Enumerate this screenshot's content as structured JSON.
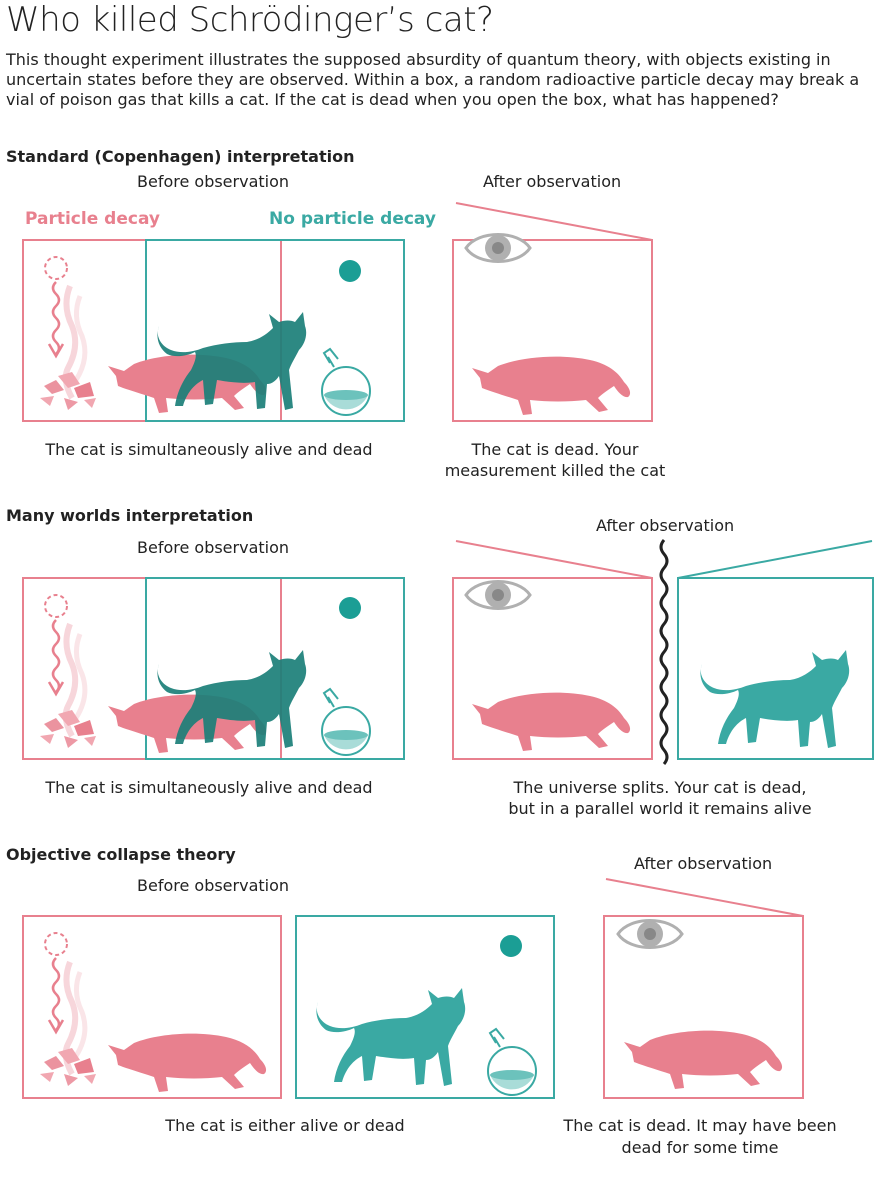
{
  "title": "Who killed Schrödinger’s cat?",
  "intro": "This thought experiment illustrates the supposed absurdity of quantum theory, with objects existing in uncertain states before they are observed. Within a box, a random radioactive particle decay may break a vial of poison gas that kills a cat. If the cat is dead when you open the box, what has happened?",
  "colors": {
    "dead": "#e8808e",
    "alive": "#3aa9a3",
    "alive_dark": "#1b7f78",
    "overlap": "#7a6670",
    "eye": "#b0b0b0"
  },
  "sections": [
    {
      "heading": "Standard (Copenhagen) interpretation",
      "before_label": "Before observation",
      "after_label": "After observation",
      "decay_label": "Particle decay",
      "no_decay_label": "No particle decay",
      "before_caption": "The cat is simultaneously alive and dead",
      "after_caption_1": "The cat is dead. Your",
      "after_caption_2": "measurement killed the cat"
    },
    {
      "heading": "Many worlds interpretation",
      "before_label": "Before observation",
      "after_label": "After observation",
      "before_caption": "The cat is simultaneously alive and dead",
      "after_caption_1": "The universe splits. Your cat is dead,",
      "after_caption_2": "but in a parallel world it remains alive"
    },
    {
      "heading": "Objective collapse theory",
      "before_label": "Before observation",
      "after_label": "After observation",
      "before_caption": "The cat is either alive or dead",
      "after_caption_1": "The cat is dead. It may have been",
      "after_caption_2": "dead for some time"
    }
  ]
}
